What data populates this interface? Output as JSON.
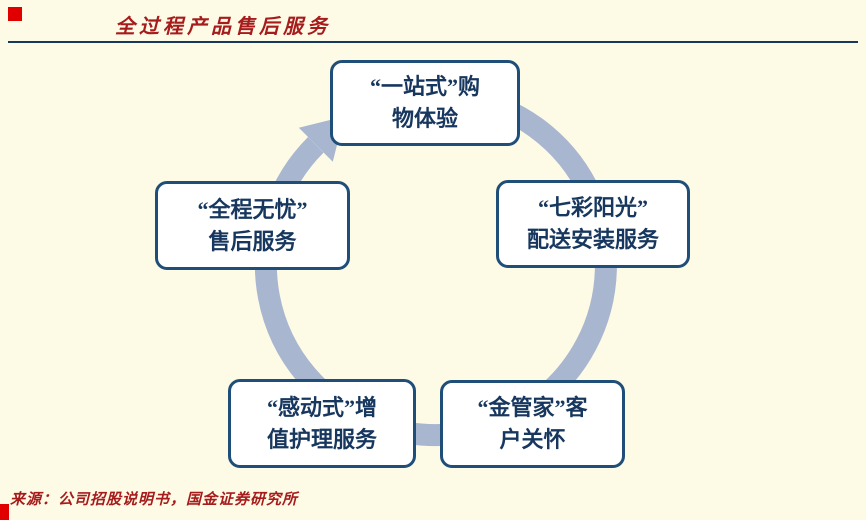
{
  "page": {
    "title": "全过程产品售后服务",
    "source": "来源：公司招股说明书，国金证券研究所"
  },
  "colors": {
    "accent_red": "#A61C1C",
    "corner_mark_red": "#E00000",
    "box_border_navy": "#1F4E79",
    "box_text_navy": "#17375E",
    "ring_gray_blue": "#A9B6CF",
    "background_cream": "#FDFAE6",
    "box_background": "#FFFFFF"
  },
  "diagram": {
    "type": "cycle",
    "direction": "clockwise",
    "nodes": [
      {
        "position": "top",
        "line1": "“一站式”购",
        "line2": "物体验"
      },
      {
        "position": "upper-right",
        "line1": "“七彩阳光”",
        "line2": "配送安装服务"
      },
      {
        "position": "lower-right",
        "line1": "“金管家”客",
        "line2": "户关怀"
      },
      {
        "position": "lower-left",
        "line1": "“感动式”增",
        "line2": "值护理服务"
      },
      {
        "position": "upper-left",
        "line1": "“全程无忧”",
        "line2": "售后服务"
      }
    ]
  }
}
